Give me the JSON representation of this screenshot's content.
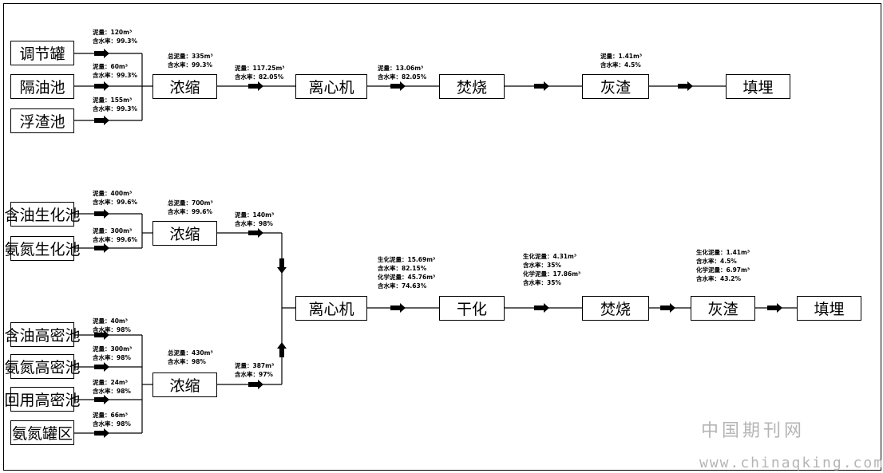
{
  "boxes": {
    "tiaojieguan": "调节罐",
    "geyouchi": "隔油池",
    "fuzhachi": "浮渣池",
    "nongsuo_top": "浓缩",
    "lixinji_top": "离心机",
    "fenshao_top": "焚烧",
    "huizha_top": "灰渣",
    "tianmai_top": "填埋",
    "hanyou_shenghua": "含油生化池",
    "andan_shenghua": "氨氮生化池",
    "hanyou_gaomi": "含油高密池",
    "andan_gaomi": "氨氮高密池",
    "huiyong_gaomi": "回用高密池",
    "andan_guanqu": "氨氮罐区",
    "nongsuo_mid1": "浓缩",
    "nongsuo_mid2": "浓缩",
    "lixinji_bot": "离心机",
    "ganhua": "干化",
    "fenshao_bot": "焚烧",
    "huizha_bot": "灰渣",
    "tianmai_bot": "填埋"
  },
  "labels": {
    "l1": [
      "泥量：120m³",
      "含水率：99.3%"
    ],
    "l2": [
      "泥量：60m³",
      "含水率：99.3%"
    ],
    "l3": [
      "泥量：155m³",
      "含水率：99.3%"
    ],
    "l4": [
      "总泥量：335m³",
      "含水率：99.3%"
    ],
    "l5": [
      "泥量：117.25m³",
      "含水率：82.05%"
    ],
    "l6": [
      "泥量：13.06m³",
      "含水率：82.05%"
    ],
    "l7": [
      "泥量：1.41m³",
      "含水率：4.5%"
    ],
    "l8": [
      "泥量：400m³",
      "含水率：99.6%"
    ],
    "l9": [
      "泥量：300m³",
      "含水率：99.6%"
    ],
    "l10": [
      "总泥量：700m³",
      "含水率：99.6%"
    ],
    "l11": [
      "泥量：140m³",
      "含水率：98%"
    ],
    "l12": [
      "泥量：40m³",
      "含水率：98%"
    ],
    "l13": [
      "泥量：300m³",
      "含水率：98%"
    ],
    "l14": [
      "泥量：24m³",
      "含水率：98%"
    ],
    "l15": [
      "泥量：66m³",
      "含水率：98%"
    ],
    "l16": [
      "总泥量：430m³",
      "含水率：98%"
    ],
    "l17": [
      "泥量：387m³",
      "含水率：97%"
    ],
    "l18": [
      "生化泥量：15.69m³",
      "含水率：82.15%",
      "化学泥量：45.76m³",
      "含水率：74.63%"
    ],
    "l19": [
      "生化泥量：4.31m³",
      "含水率：35%",
      "化学泥量：17.86m³",
      "含水率：35%"
    ],
    "l20": [
      "生化泥量：1.41m³",
      "含水率：4.5%",
      "化学泥量：6.97m³",
      "含水率：43.2%"
    ]
  },
  "watermark": {
    "cn": "中国期刊网",
    "url": "www.chinaqking.com"
  }
}
